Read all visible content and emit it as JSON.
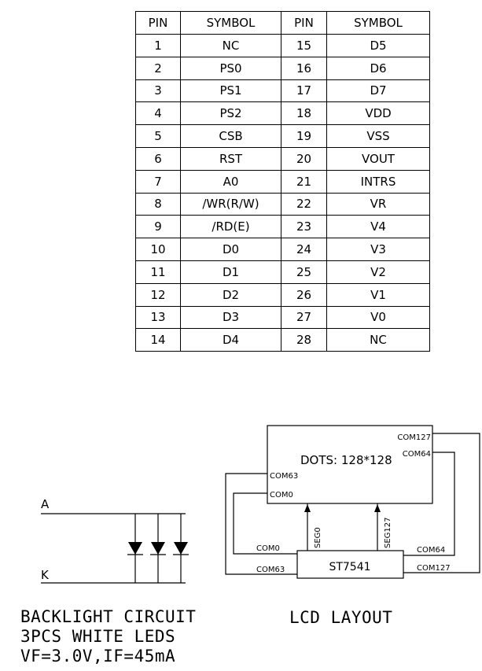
{
  "pin_table": {
    "headers": [
      "PIN",
      "SYMBOL",
      "PIN",
      "SYMBOL"
    ],
    "rows": [
      [
        "1",
        "NC",
        "15",
        "D5"
      ],
      [
        "2",
        "PS0",
        "16",
        "D6"
      ],
      [
        "3",
        "PS1",
        "17",
        "D7"
      ],
      [
        "4",
        "PS2",
        "18",
        "VDD"
      ],
      [
        "5",
        "CSB",
        "19",
        "VSS"
      ],
      [
        "6",
        "RST",
        "20",
        "VOUT"
      ],
      [
        "7",
        "A0",
        "21",
        "INTRS"
      ],
      [
        "8",
        "/WR(R/W)",
        "22",
        "VR"
      ],
      [
        "9",
        "/RD(E)",
        "23",
        "V4"
      ],
      [
        "10",
        "D0",
        "24",
        "V3"
      ],
      [
        "11",
        "D1",
        "25",
        "V2"
      ],
      [
        "12",
        "D2",
        "26",
        "V1"
      ],
      [
        "13",
        "D3",
        "27",
        "V0"
      ],
      [
        "14",
        "D4",
        "28",
        "NC"
      ]
    ]
  },
  "backlight": {
    "anode_label": "A",
    "cathode_label": "K",
    "caption_line1": "BACKLIGHT CIRCUIT",
    "caption_line2": "3PCS WHITE LEDS",
    "caption_line3": "VF=3.0V,IF=45mA"
  },
  "lcd_layout": {
    "dots_label": "DOTS: 128*128",
    "driver_label": "ST7541",
    "com127_top": "COM127",
    "com64_top": "COM64",
    "com63_left": "COM63",
    "com0_left": "COM0",
    "seg0": "SEG0",
    "seg127": "SEG127",
    "com0_bottom": "COM0",
    "com63_bottom": "COM63",
    "com64_bottom": "COM64",
    "com127_bottom": "COM127",
    "caption": "LCD LAYOUT"
  }
}
